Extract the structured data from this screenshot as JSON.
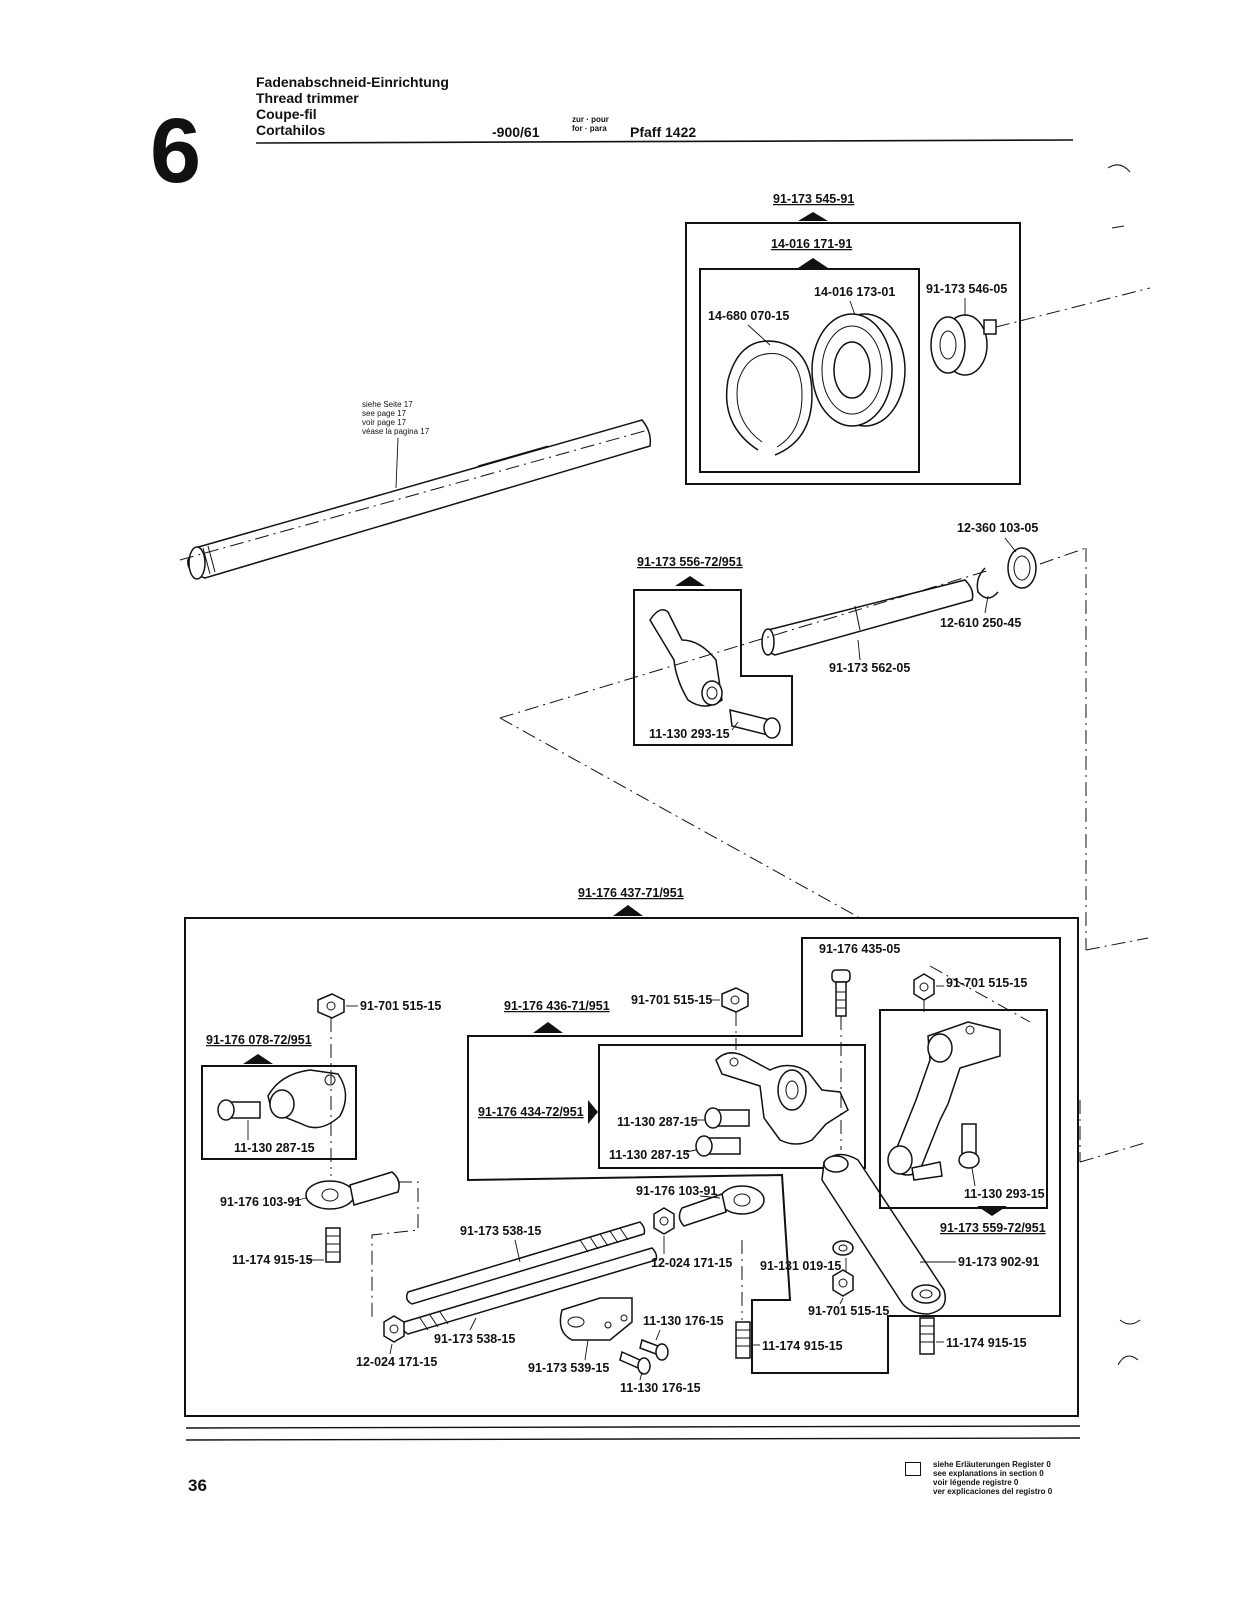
{
  "header": {
    "chapter_number": "6",
    "titles": [
      "Fadenabschneid-Einrichtung",
      "Thread trimmer",
      "Coupe-fil",
      "Cortahilos"
    ],
    "model_code": "-900/61",
    "zur_pour": "zur · pour",
    "for_para": "for · para",
    "machine": "Pfaff 1422"
  },
  "shaft_note": [
    "siehe Seite 17",
    "see page 17",
    "voir page 17",
    "véase la pagina 17"
  ],
  "assemblies": {
    "a1": "91-173 545-91",
    "a2": "14-016 171-91",
    "a3": "91-173 556-72/951",
    "a4": "91-176 437-71/951",
    "a5": "91-176 436-71/951",
    "a6": "91-176 078-72/951",
    "a7": "91-176 434-72/951",
    "a8": "91-173 559-72/951"
  },
  "parts": {
    "p_14680": "14-680 070-15",
    "p_14016_173": "14-016 173-01",
    "p_91173_546": "91-173 546-05",
    "p_12360": "12-360 103-05",
    "p_12610": "12-610 250-45",
    "p_91173_562": "91-173 562-05",
    "p_11130_293_a": "11-130 293-15",
    "p_91176_435": "91-176 435-05",
    "p_91701_a": "91-701 515-15",
    "p_91701_b": "91-701 515-15",
    "p_91701_c": "91-701 515-15",
    "p_91701_d": "91-701 515-15",
    "p_11130_287_a": "11-130 287-15",
    "p_11130_287_b": "11-130 287-15",
    "p_11130_287_c": "11-130 287-15",
    "p_11130_293_b": "11-130 293-15",
    "p_91176_103_a": "91-176 103-91",
    "p_91176_103_b": "91-176 103-91",
    "p_11174_a": "11-174 915-15",
    "p_11174_b": "11-174 915-15",
    "p_11174_c": "11-174 915-15",
    "p_91173_538_a": "91-173 538-15",
    "p_91173_538_b": "91-173 538-15",
    "p_12024_a": "12-024 171-15",
    "p_12024_b": "12-024 171-15",
    "p_91131": "91-131 019-15",
    "p_91173_902": "91-173 902-91",
    "p_11130_176_a": "11-130 176-15",
    "p_11130_176_b": "11-130 176-15",
    "p_91173_539": "91-173 539-15"
  },
  "footer": {
    "page_number": "36",
    "legend": [
      "siehe Erläuterungen Register 0",
      "see explanations in section 0",
      "voir légende registre 0",
      "ver explicaciones del registro 0"
    ]
  }
}
